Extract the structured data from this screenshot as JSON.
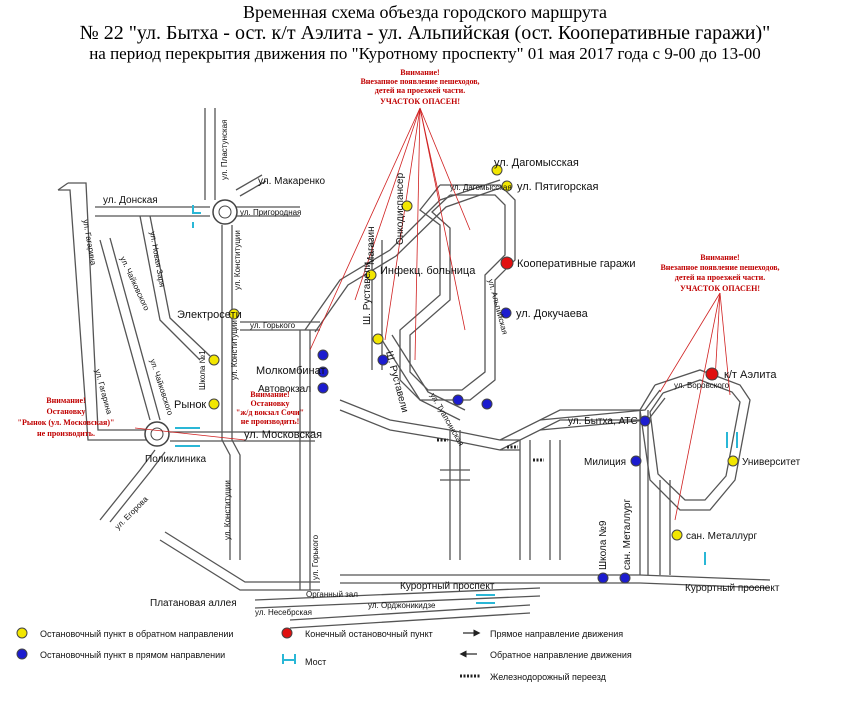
{
  "title": {
    "line1": "Временная схема объезда городского маршрута",
    "line2": "№ 22 \"ул. Бытха - ост. к/т Аэлита - ул. Альпийская (ост. Кооперативные гаражи)\"",
    "line3": "на период перекрытия движения по \"Куротному проспекту\" 01 мая 2017 года с 9-00 до 13-00"
  },
  "warnings": {
    "top": [
      "Внимание!",
      "Внезапное появление пешеходов,",
      "детей на проезжей части.",
      "УЧАСТОК ОПАСЕН!"
    ],
    "right": [
      "Внимание!",
      "Внезапное появление пешеходов,",
      "детей на проезжей части.",
      "УЧАСТОК ОПАСЕН!"
    ],
    "left": [
      "Внимание!",
      "Остановку",
      "\"Рынок (ул. Московская)\"",
      "не производить."
    ],
    "center": [
      "Внимание!",
      "Остановку",
      "\"ж/д вокзал Сочи\"",
      "не производить!"
    ]
  },
  "stops": {
    "dagomysskaya": "ул. Дагомысская",
    "pyatigorskaya": "ул. Пятигорская",
    "kooperativnye": "Кооперативные гаражи",
    "dokuchaeva": "ул. Докучаева",
    "oncodispanser": "Онкодиспансер",
    "magazin": "Магазин",
    "infekc": "Инфекц. больница",
    "elektroseti": "Электросети",
    "molkombinat": "Молкомбинат",
    "avtovokzal": "Автовокзал",
    "rynok": "Рынок",
    "poliklinika": "Поликлиника",
    "aelita": "к/т Аэлита",
    "bytkha_ats": "ул. Бытха, АТС",
    "militsiya": "Милиция",
    "universitet": "Университет",
    "san_metallurg": "сан. Металлург",
    "school9": "Школа №9",
    "san_metallurg_v": "сан. Металлург",
    "school1": "Школа №1"
  },
  "streets": {
    "plastunskaya": "ул. Пластунская",
    "makarenko": "ул. Макаренко",
    "donskaya": "ул. Донская",
    "prigorodnaya": "ул. Пригородная",
    "gorkogo": "ул. Горького",
    "moskovskaya": "ул. Московская",
    "konstitutsii": "ул. Конституции",
    "chaykovskogo": "ул. Чайковского",
    "gagarina": "ул. Гагарина",
    "egorova": "ул. Егорова",
    "platanovaya": "Платановая аллея",
    "nesebrskaya": "ул. Несебрская",
    "organny": "Органный зал",
    "ordzhonikidze": "ул. Орджоникидзе",
    "kurortny1": "Курортный проспект",
    "kurortny2": "Курортный проспект",
    "rustaveli1": "Ш. Руставели",
    "rustaveli2": "Ш. Руставели",
    "tuapsinskaya": "ул. Туапсинская",
    "alpiyskaya": "ул. Альпийская",
    "dagomysskaya_st": "ул. Дагомысская",
    "novaya_zarya": "ул. Новая Заря",
    "gorkogo_v": "ул. Горького",
    "vorovskogo": "ул. Воровского"
  },
  "legend": {
    "yellow": "Остановочный пункт в обратном направлении",
    "blue": "Остановочный пункт в прямом направлении",
    "red": "Конечный остановочный пункт",
    "bridge": "Мост",
    "direct": "Прямое направление движения",
    "reverse": "Обратное направление движения",
    "rail": "Железнодорожный переезд"
  },
  "colors": {
    "yellow_stop": "#f2e600",
    "blue_stop": "#1c1ccf",
    "red_stop": "#e01010",
    "road": "#5a5a5a",
    "bridge": "#2ab7d6",
    "warning_text": "#c00000",
    "warning_line": "#d02020"
  }
}
